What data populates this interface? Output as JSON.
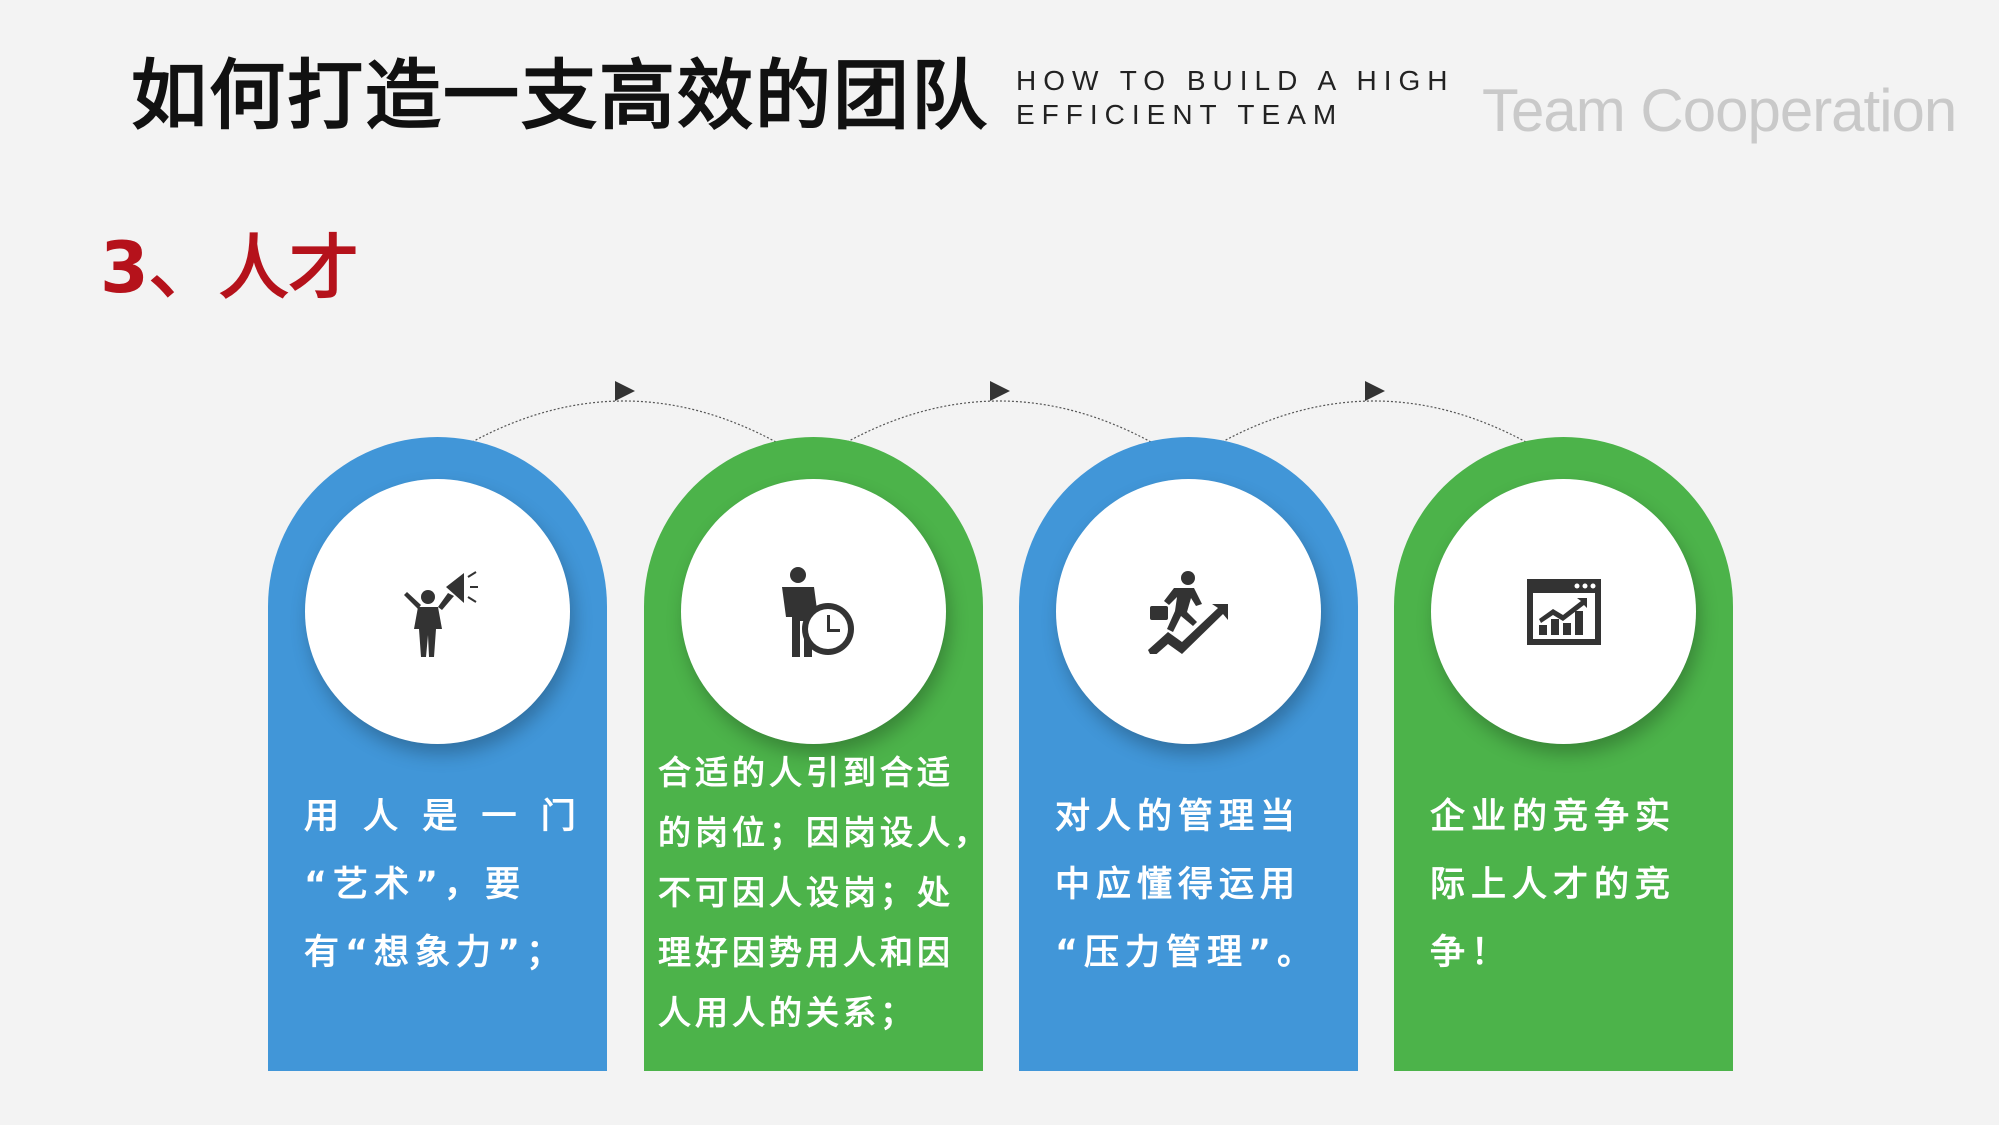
{
  "header": {
    "title": "如何打造一支高效的团队",
    "subtitle_line1": "HOW TO BUILD A HIGH",
    "subtitle_line2": "EFFICIENT TEAM",
    "brand": "Team Cooperation"
  },
  "section": {
    "title": "3、人才"
  },
  "colors": {
    "blue": "#4196d8",
    "green": "#4cb34a",
    "accent": "#b5121b"
  },
  "cards": [
    {
      "icon": "megaphone-person-icon",
      "lines": [
        "用 人 是 一 门",
        "“艺术”，要",
        "有“想象力”；"
      ]
    },
    {
      "icon": "businessman-clock-icon",
      "lines": [
        "合适的人引到合适",
        "的岗位；因岗设人，",
        "不可因人设岗；处",
        "理好因势用人和因",
        "人用人的关系；"
      ]
    },
    {
      "icon": "running-growth-icon",
      "lines": [
        "对人的管理当",
        "中应懂得运用",
        "“压力管理”。"
      ]
    },
    {
      "icon": "chart-window-icon",
      "lines": [
        "企业的竞争实",
        "际上人才的竞",
        "争！"
      ]
    }
  ]
}
